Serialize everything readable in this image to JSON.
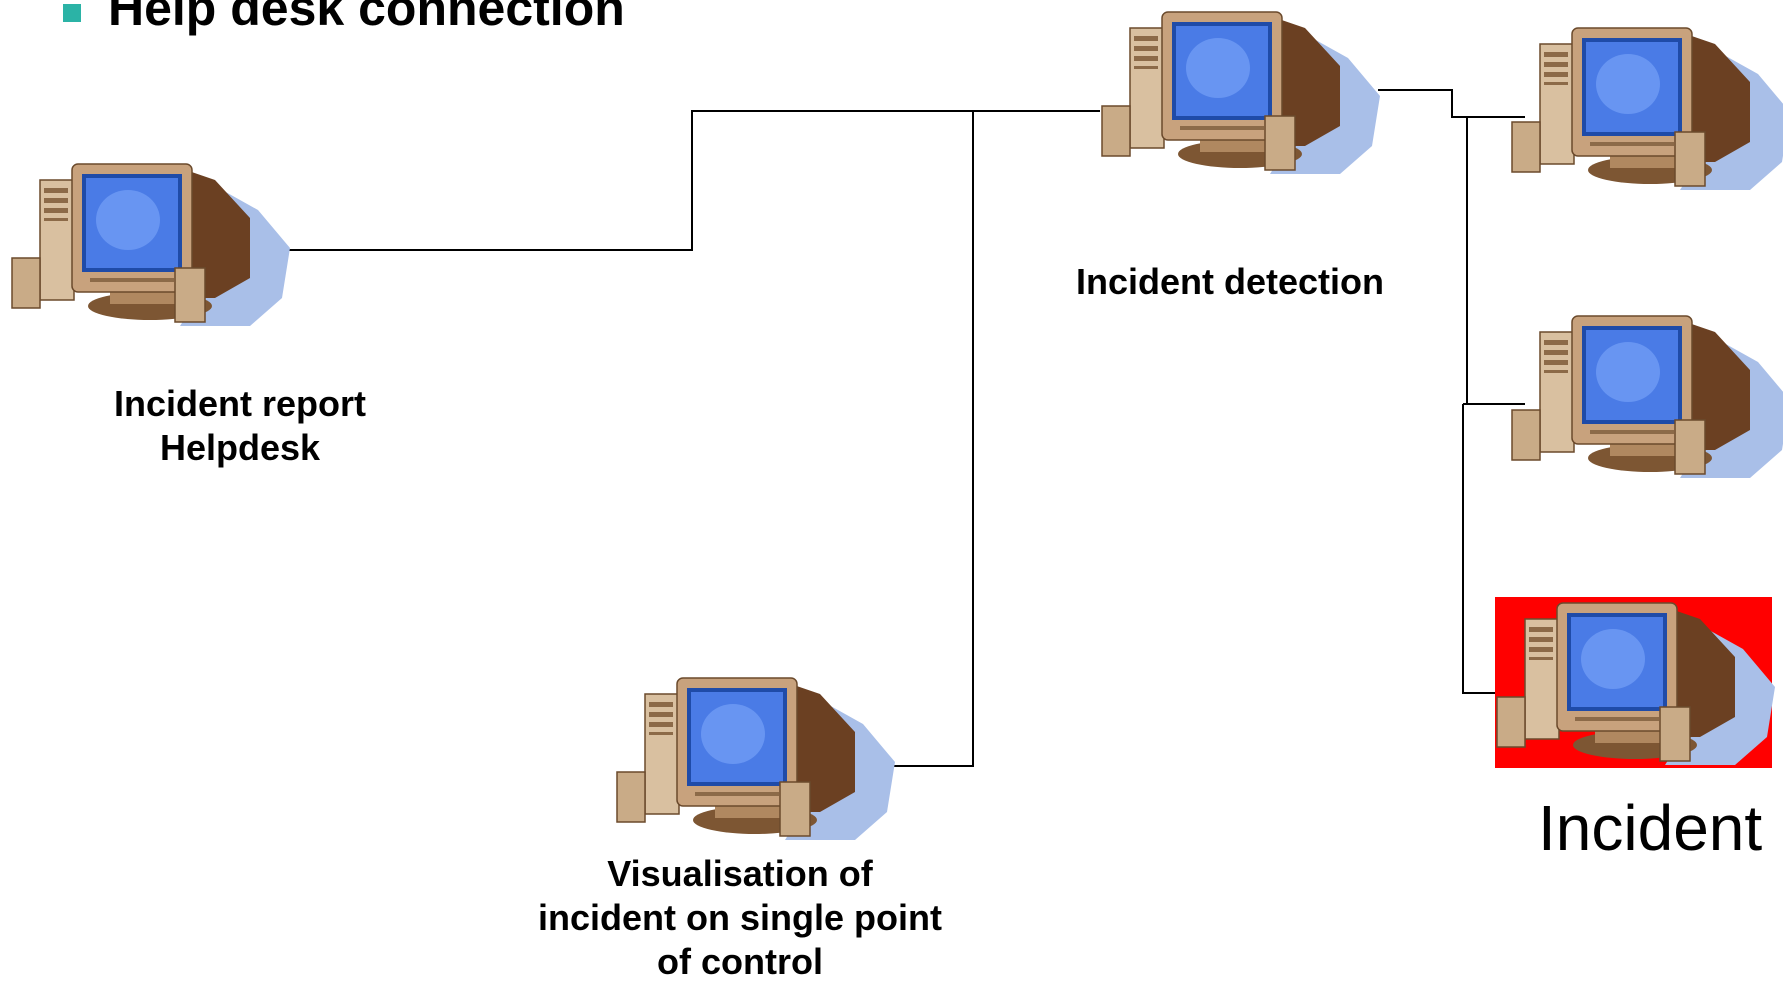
{
  "title": "Help desk connection",
  "nodes": {
    "helpdesk": {
      "label_lines": [
        "Incident report",
        "Helpdesk"
      ],
      "icon": "computer-icon"
    },
    "detection": {
      "label_lines": [
        "Incident detection"
      ],
      "icon": "computer-icon"
    },
    "visualisation": {
      "label_lines": [
        "Visualisation of",
        "incident on single point",
        "of control"
      ],
      "icon": "computer-icon"
    },
    "client_top": {
      "icon": "computer-icon"
    },
    "client_middle": {
      "icon": "computer-icon"
    },
    "incident": {
      "label": "Incident",
      "icon": "computer-icon",
      "highlight_color": "#ff0000"
    }
  },
  "colors": {
    "bullet": "#2bb3a6",
    "screen": "#4a7be6",
    "monitor_body": "#c8a27d",
    "shadow": "#a9bfe8",
    "incident_highlight": "#ff0000",
    "lines": "#000000"
  }
}
